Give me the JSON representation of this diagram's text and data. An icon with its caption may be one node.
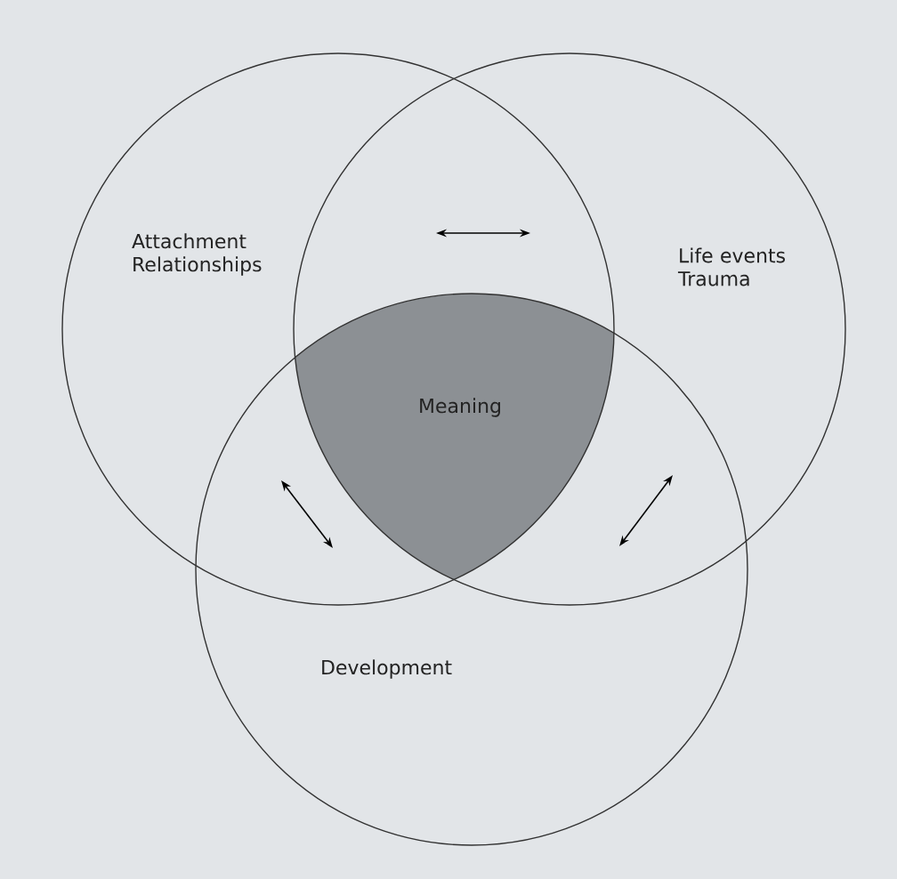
{
  "diagram": {
    "nodes": [
      {
        "text": [
          "Attachment Relationships"
        ]
      },
      {
        "text": [
          "Life events Trauma"
        ]
      },
      {
        "text": [
          "Meaning"
        ]
      },
      {
        "text": [
          "Development"
        ]
      }
    ],
    "edges": [
      {
        "from": 0,
        "to": 1,
        "arrow": "both"
      },
      {
        "from": 0,
        "to": 3,
        "arrow": "both"
      },
      {
        "from": 1,
        "to": 3,
        "arrow": "both"
      }
    ]
  }
}
